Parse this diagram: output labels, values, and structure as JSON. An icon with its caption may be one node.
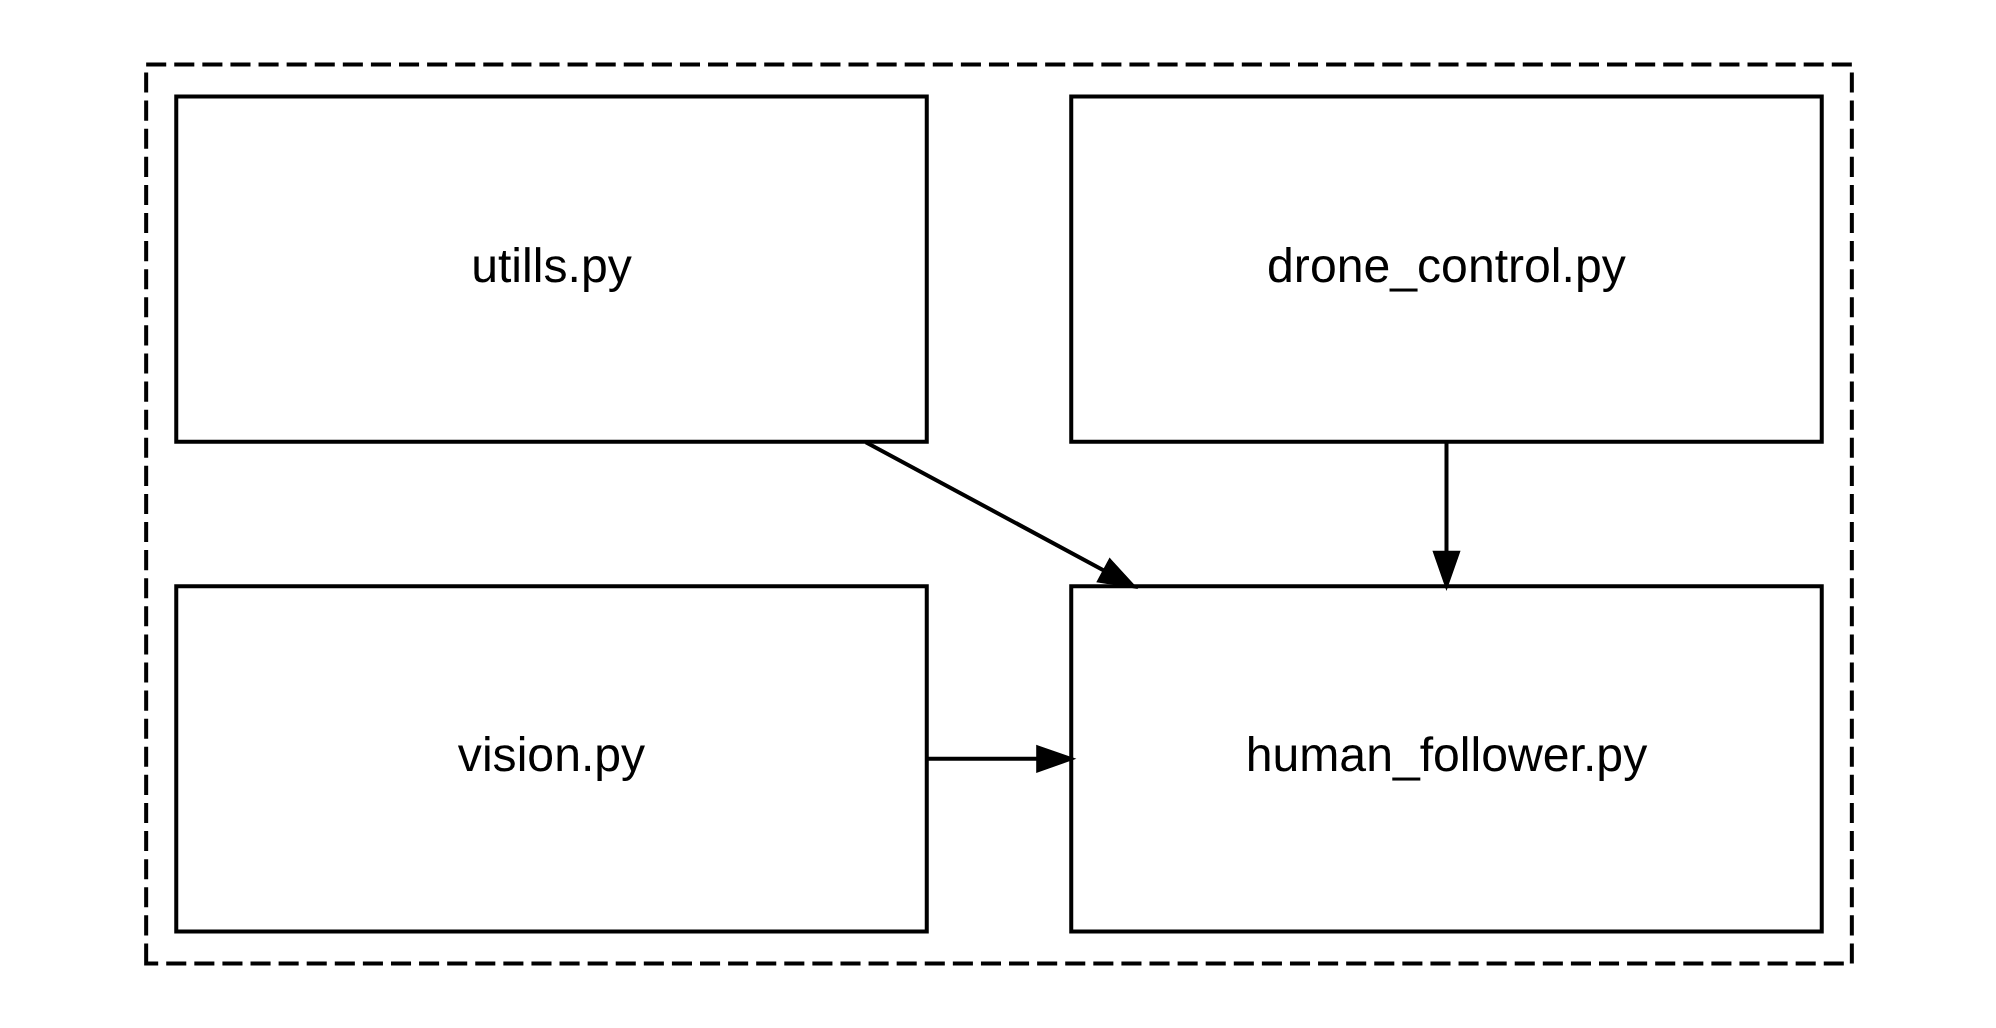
{
  "diagram": {
    "nodes": [
      {
        "text": [],
        "shape": "box"
      },
      {
        "text": [
          "drone_control.py"
        ],
        "in": 0
      },
      {
        "text": [
          "utills.py"
        ],
        "in": 0
      },
      {
        "text": [
          "human_follower.py"
        ],
        "in": 0
      },
      {
        "text": [
          "vision.py"
        ],
        "in": 0
      }
    ],
    "edges": [
      {
        "from": 1,
        "to": 3,
        "arrow": "to"
      },
      {
        "from": 2,
        "to": 3,
        "arrow": "to"
      },
      {
        "from": 4,
        "to": 3,
        "arrow": "to"
      }
    ]
  }
}
